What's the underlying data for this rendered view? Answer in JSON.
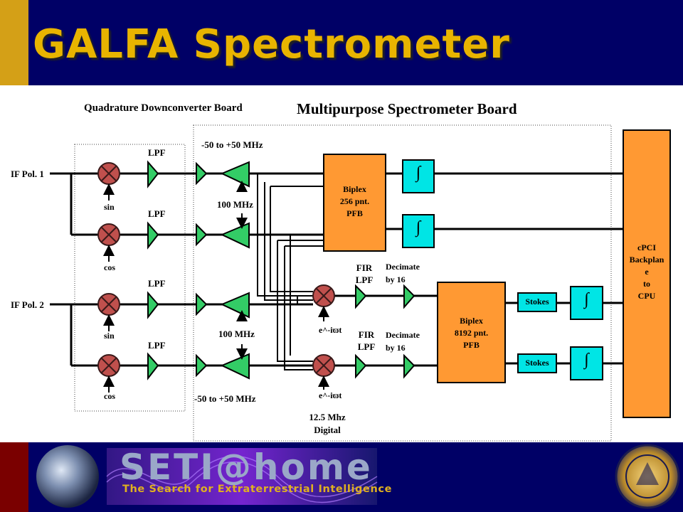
{
  "slide": {
    "title": "GALFA Spectrometer"
  },
  "sections": {
    "downconverter": "Quadrature Downconverter Board",
    "spectrometer": "Multipurpose Spectrometer Board"
  },
  "inputs": [
    "IF Pol. 1",
    "IF Pol. 2"
  ],
  "labels": {
    "lpf": "LPF",
    "sin": "sin",
    "cos": "cos",
    "freq_range": "-50 to +50 MHz",
    "freq_100": "100 MHz",
    "fir_lpf_1": "FIR",
    "fir_lpf_2": "LPF",
    "decimate_1": "Decimate",
    "decimate_2": "by 16",
    "mixer_exp": "e^-iϖt",
    "digital_1": "12.5 Mhz",
    "digital_2": "Digital",
    "integrator": "∫"
  },
  "blocks": {
    "pfb_256": [
      "Biplex",
      "256 pnt.",
      "PFB"
    ],
    "pfb_8192": [
      "Biplex",
      "8192 pnt.",
      "PFB"
    ],
    "stokes": "Stokes",
    "backplane": [
      "cPCI",
      "Backplan",
      "e",
      "to",
      "CPU"
    ]
  },
  "footer": {
    "logo_text": "SETI@home",
    "tagline": "The Search for Extraterrestrial Intelligence"
  },
  "colors": {
    "header_bg": "#000066",
    "title_text": "#e8b400",
    "mixer_fill": "#c0504d",
    "amp_fill": "#33cc66",
    "block_fill": "#ff9933",
    "integrator_fill": "#00e5e5"
  }
}
